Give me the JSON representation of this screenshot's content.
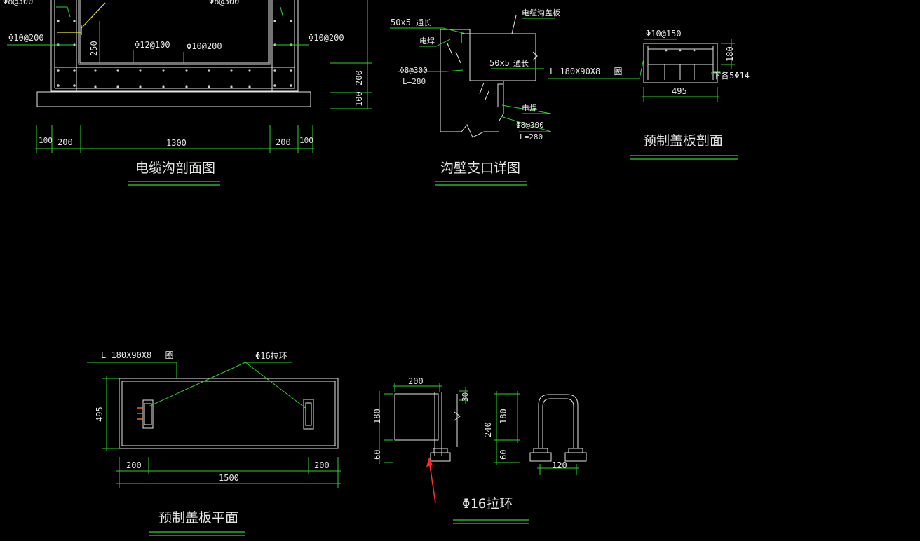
{
  "colors": {
    "background": "#000000",
    "line": "#e6e6e6",
    "dimension": "#2fd12f",
    "highlight": "#e8e83a",
    "arrow": "#ff2a2a",
    "ring": "#e06a28"
  },
  "section_trench": {
    "title": "电缆沟剖面图",
    "cut_top_label": "Φ8@300",
    "cut_top_label_right": "Φ8@300",
    "rebar_left": "Φ10@200",
    "rebar_right": "Φ10@200",
    "rebar_bottom_a": "Φ12@100",
    "rebar_bottom_b": "Φ10@200",
    "dim_250": "250",
    "dim_200_v": "200",
    "dim_100_v": "100",
    "dims_h": [
      "100",
      "200",
      "1300",
      "200",
      "100"
    ]
  },
  "support_detail": {
    "title": "沟壁支口详图",
    "angle_top": "50x5",
    "angle_top_note": "通长",
    "weld_1": "电焊",
    "cover_label": "电缆沟盖板",
    "rebar_1": "Φ8@300",
    "len_1": "L=280",
    "angle_side": "50x5",
    "angle_side_note": "通长",
    "weld_2": "电焊",
    "rebar_2": "Φ8@300",
    "len_2": "L=280"
  },
  "cover_section": {
    "title": "预制盖板剖面",
    "rebar_top": "Φ10@150",
    "angle": "L 180X90X8 一圈",
    "rebar_bottom": "下各5Φ14",
    "dim_h": "180",
    "dim_w": "495"
  },
  "cover_plan": {
    "title": "预制盖板平面",
    "angle": "L 180X90X8 一圈",
    "ring_label": "Φ16拉环",
    "dim_v": "495",
    "dim_left": "200",
    "dim_total": "1500",
    "dim_right": "200"
  },
  "pull_ring": {
    "title": "Φ16拉环",
    "dim_top": "200",
    "dim_30": "30",
    "dim_180_a": "180",
    "dim_60_a": "60",
    "dim_240": "240",
    "dim_180_b": "180",
    "dim_60_b": "60",
    "dim_120": "120"
  }
}
